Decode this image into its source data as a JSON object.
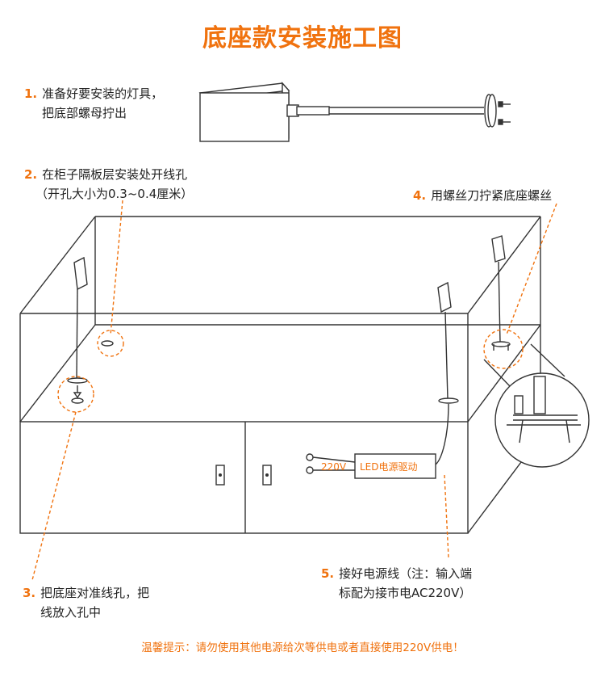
{
  "title": "底座款安装施工图",
  "steps": [
    {
      "num": "1.",
      "lines": [
        "准备好要安装的灯具，",
        "把底部螺母拧出"
      ]
    },
    {
      "num": "2.",
      "lines": [
        "在柜子隔板层安装处开线孔",
        "（开孔大小为0.3~0.4厘米）"
      ]
    },
    {
      "num": "3.",
      "lines": [
        "把底座对准线孔，把",
        "线放入孔中"
      ]
    },
    {
      "num": "4.",
      "lines": [
        "用螺丝刀拧紧底座螺丝"
      ]
    },
    {
      "num": "5.",
      "lines": [
        "接好电源线（注：输入端",
        "标配为接市电AC220V）"
      ]
    }
  ],
  "driver": {
    "voltage": "220V",
    "label": "LED电源驱动"
  },
  "footer": "温馨提示：请勿使用其他电源给次等供电或者直接使用220V供电！",
  "colors": {
    "accent": "#f0720e",
    "line": "#333333"
  }
}
